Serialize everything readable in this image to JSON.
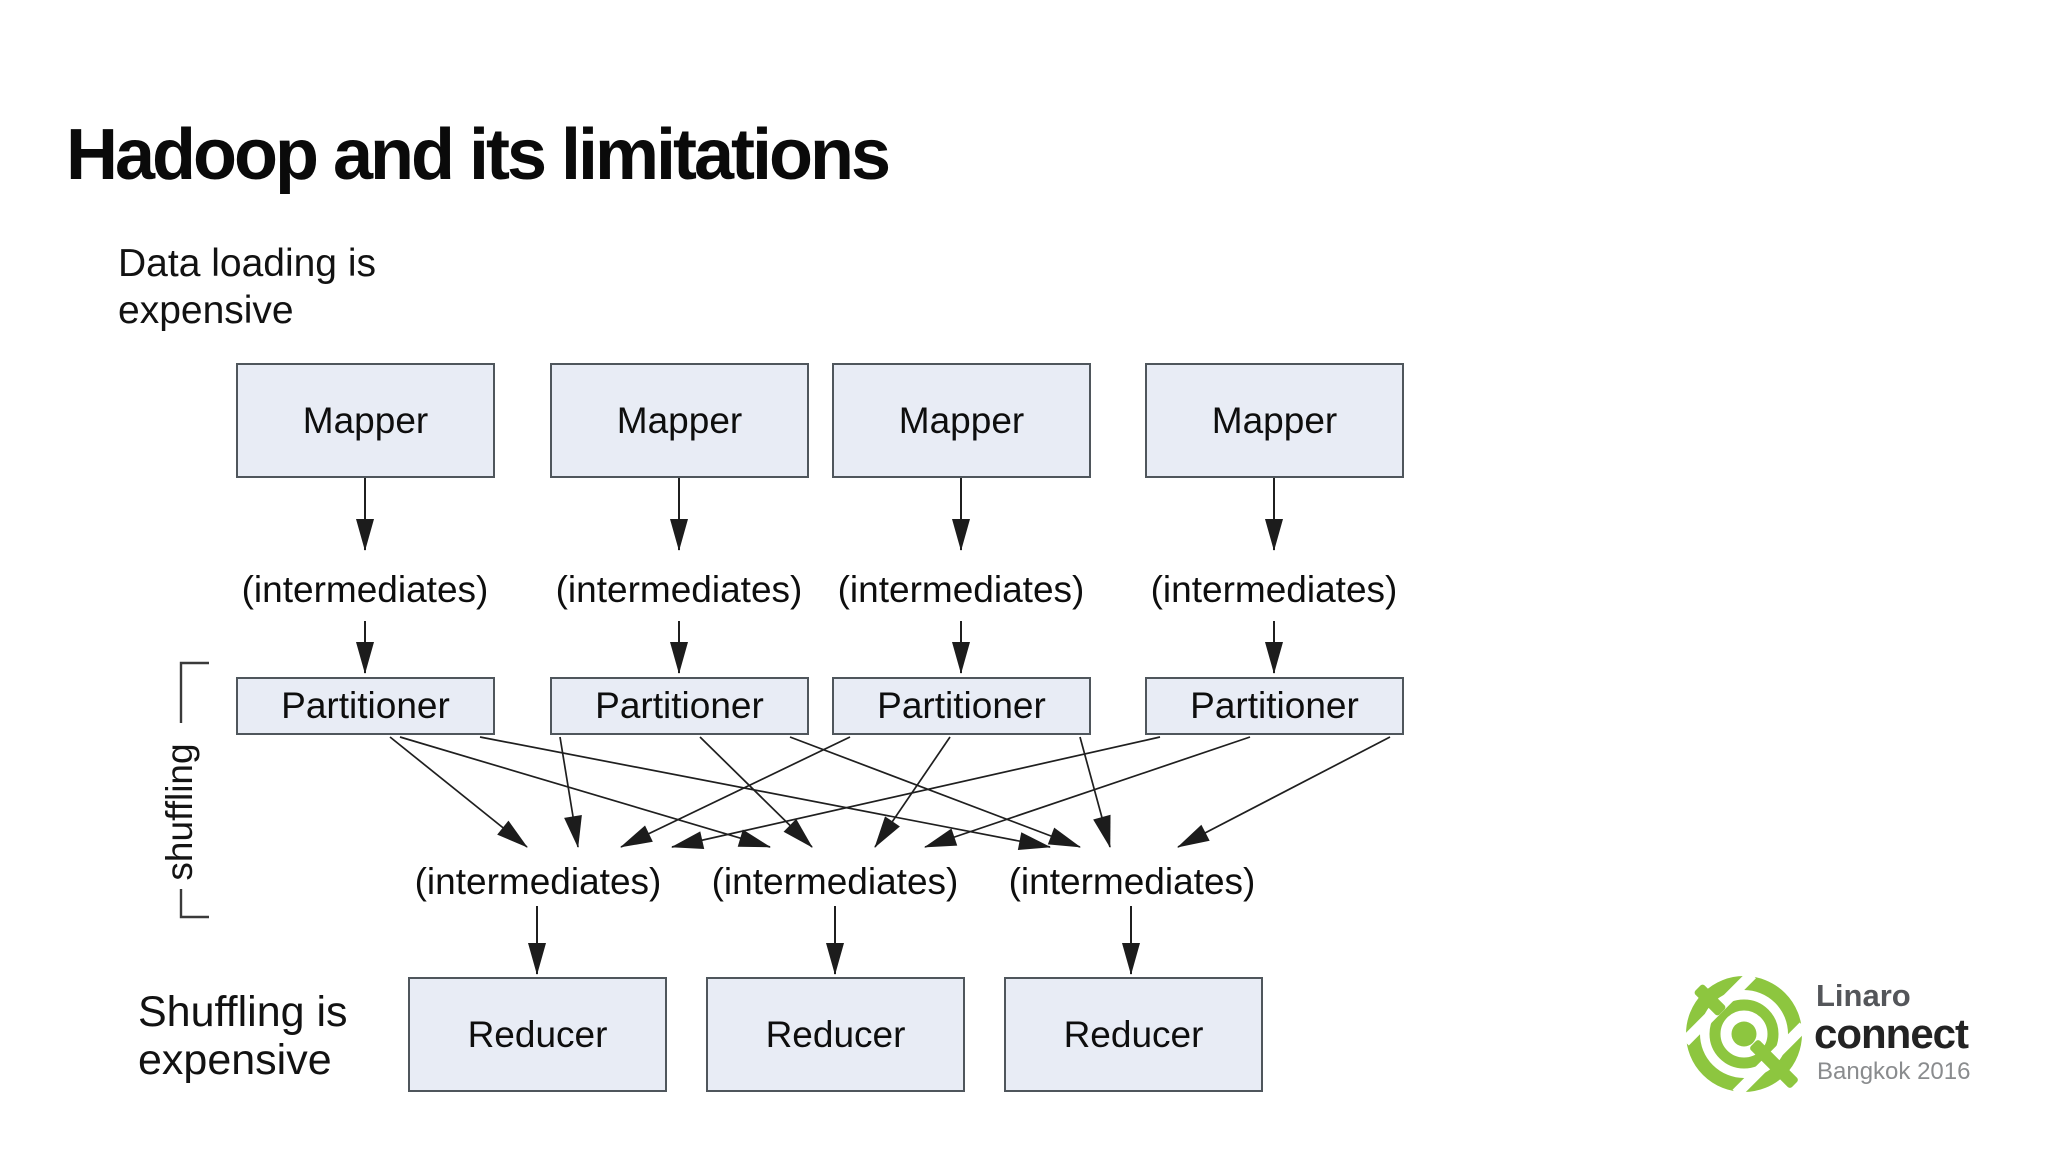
{
  "slide": {
    "title": "Hadoop and its limitations",
    "notes": {
      "data_loading": {
        "line1": "Data loading is",
        "line2": "expensive"
      },
      "shuffling_cost": {
        "line1": "Shuffling is",
        "line2": "expensive"
      }
    },
    "diagram": {
      "mappers": [
        "Mapper",
        "Mapper",
        "Mapper",
        "Mapper"
      ],
      "intermediates_top": [
        "(intermediates)",
        "(intermediates)",
        "(intermediates)",
        "(intermediates)"
      ],
      "partitioners": [
        "Partitioner",
        "Partitioner",
        "Partitioner",
        "Partitioner"
      ],
      "shuffle_label": "shuffling",
      "intermediates_bottom": [
        "(intermediates)",
        "(intermediates)",
        "(intermediates)"
      ],
      "reducers": [
        "Reducer",
        "Reducer",
        "Reducer"
      ]
    },
    "logo": {
      "brand": "Linaro",
      "product": "connect",
      "event": "Bangkok 2016"
    },
    "colors": {
      "box_fill": "#e8ecf5",
      "box_border": "#4f565c",
      "line": "#1f1f1f",
      "logo_green": "#8dc63f",
      "brand_gray": "#54565a",
      "connect_black": "#232323",
      "event_gray": "#8a8c8e"
    }
  }
}
